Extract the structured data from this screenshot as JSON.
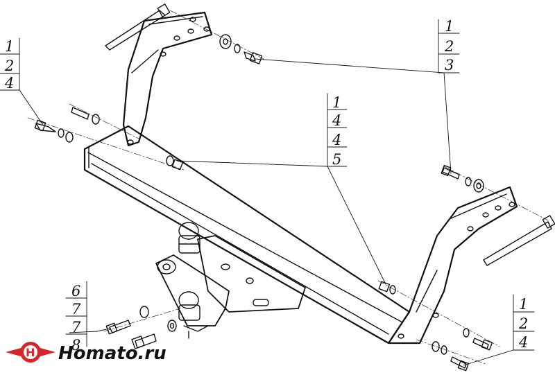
{
  "callouts": {
    "top_right": [
      "1",
      "2",
      "3"
    ],
    "top_left": [
      "1",
      "2",
      "4"
    ],
    "center": [
      "1",
      "4",
      "4",
      "5"
    ],
    "bottom_left": [
      "6",
      "7",
      "7",
      "8"
    ],
    "bottom_right": [
      "1",
      "2",
      "4"
    ]
  },
  "logo": {
    "text": "Homato.ru",
    "colors": {
      "red": "#d7262b",
      "dark": "#222222"
    }
  }
}
